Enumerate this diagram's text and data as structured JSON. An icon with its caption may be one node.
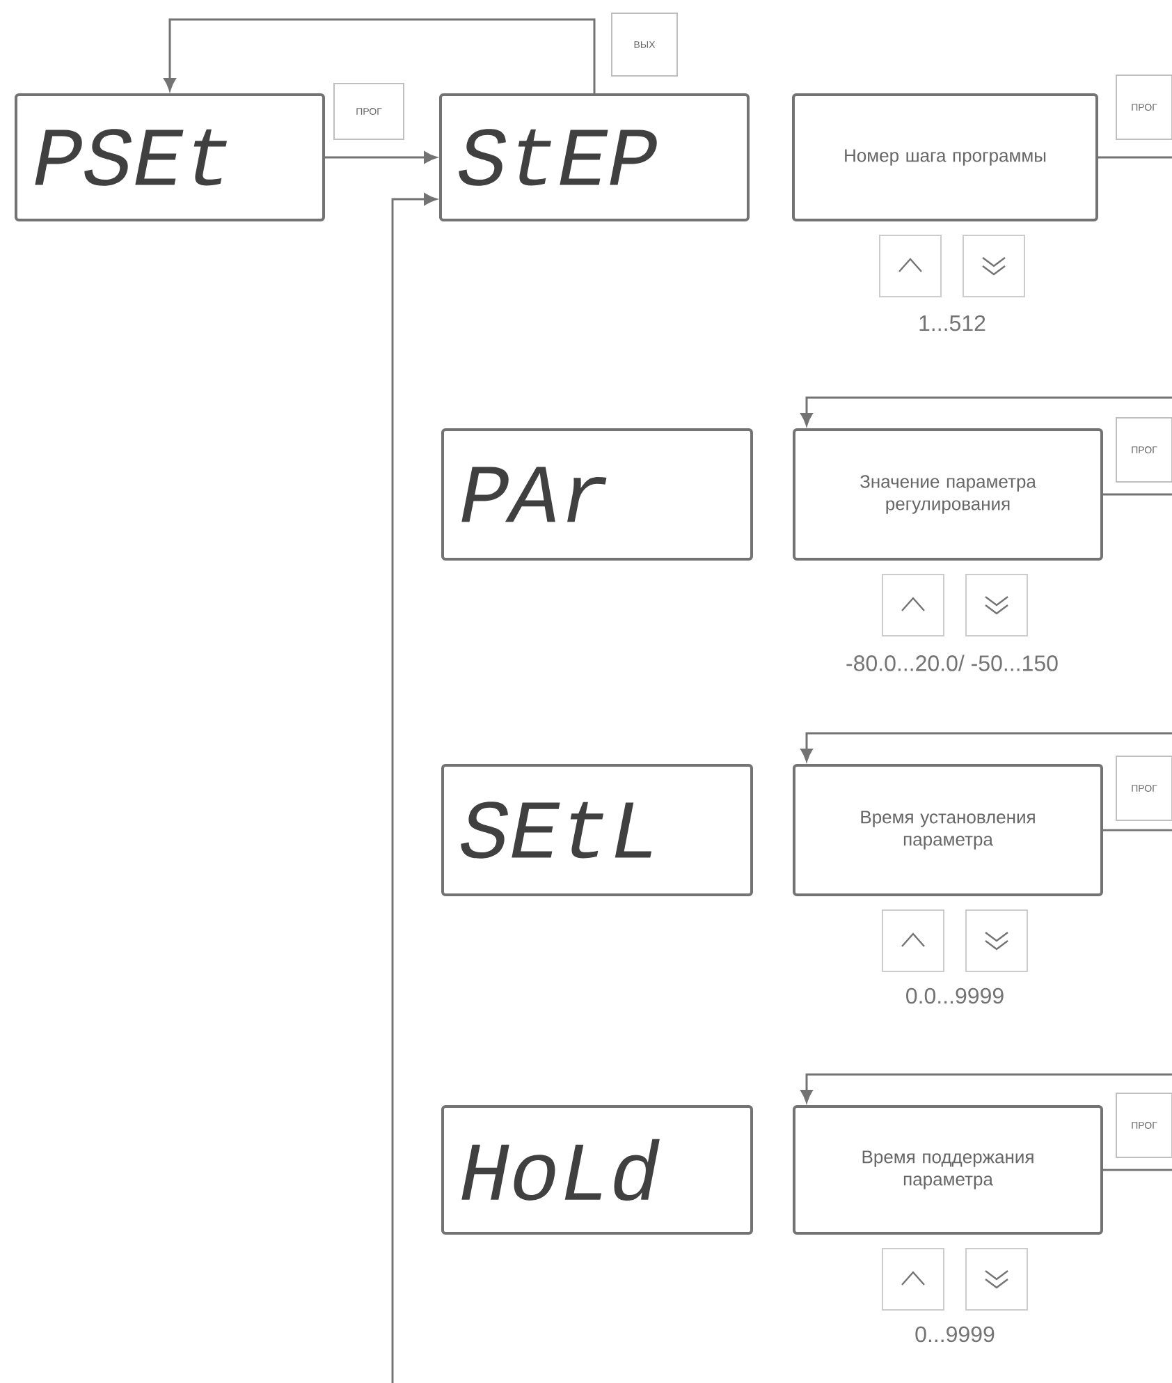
{
  "diagram": {
    "nodes": [
      {
        "text": [
          "PSEt"
        ]
      },
      {
        "text": [
          "ПРОГ"
        ]
      },
      {
        "text": [
          "StEP"
        ]
      },
      {
        "text": [
          "ВЫХ"
        ]
      },
      {
        "text": [
          "Номер шага программы"
        ]
      },
      {
        "text": [
          "ПРОГ"
        ]
      },
      {
        "text": [
          "PAr"
        ]
      },
      {
        "text": [
          "Значение параметра регулирования"
        ]
      },
      {
        "text": [
          "ПРОГ"
        ]
      },
      {
        "text": [
          "SEtL"
        ]
      },
      {
        "text": [
          "Время установления параметра"
        ]
      },
      {
        "text": [
          "ПРОГ"
        ]
      },
      {
        "text": [
          "HoLd"
        ]
      },
      {
        "text": [
          "Время поддержания параметра"
        ]
      },
      {
        "text": [
          "ПРОГ"
        ]
      }
    ],
    "edges": [
      {
        "from": 0,
        "to": 2,
        "arrow": "to"
      },
      {
        "from": 2,
        "to": 0,
        "arrow": "to"
      },
      {
        "from": null,
        "to": 2,
        "arrow": "to"
      },
      {
        "from": 4,
        "to": 7,
        "arrow": "to"
      },
      {
        "from": 7,
        "to": 10,
        "arrow": "to"
      },
      {
        "from": 10,
        "to": 13,
        "arrow": "to"
      },
      {
        "from": 13,
        "to": null,
        "arrow": "none"
      }
    ],
    "labels": [
      "1...512",
      "-80.0...20.0/ -50...150",
      "0.0...9999",
      "0...9999"
    ]
  }
}
